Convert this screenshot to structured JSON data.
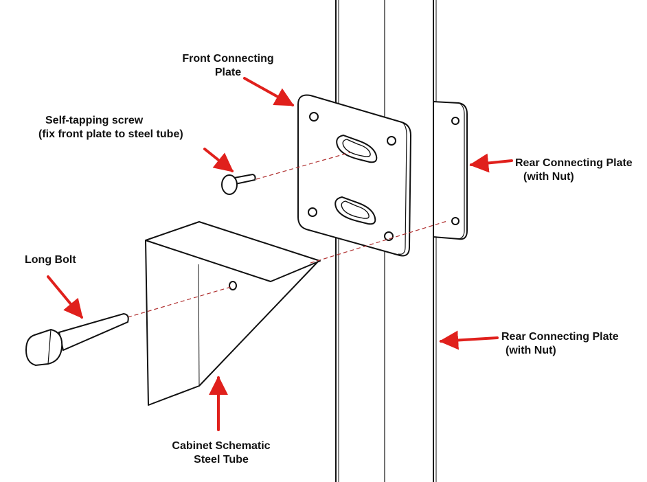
{
  "labels": {
    "front_plate": {
      "line1": "Front Connecting",
      "line2": "Plate"
    },
    "screw": {
      "line1": "Self-tapping screw",
      "line2": "(fix front plate to steel tube)"
    },
    "rear_plate_top": {
      "line1": "Rear Connecting Plate",
      "line2": "(with Nut)"
    },
    "long_bolt": {
      "line1": "Long Bolt"
    },
    "rear_plate_bottom": {
      "line1": "Rear Connecting Plate",
      "line2": "(with Nut)"
    },
    "cabinet": {
      "line1": "Cabinet Schematic",
      "line2": "Steel Tube"
    }
  },
  "colors": {
    "arrow": "#e0201c",
    "ink": "#111111",
    "guide": "#b03030"
  }
}
